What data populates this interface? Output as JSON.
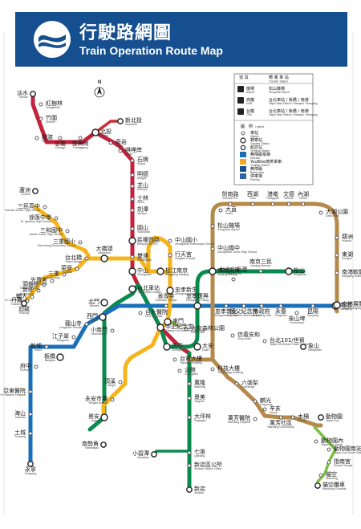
{
  "header": {
    "title_zh": "行駛路網圖",
    "title_en": "Train Operation Route Map"
  },
  "colors": {
    "red": "#c4213b",
    "blue": "#1b6fb9",
    "green": "#0a8a4c",
    "orange": "#f5b41c",
    "brown": "#b5894a",
    "xinbei": "#cc2a36",
    "lightgreen": "#8dc63f",
    "gondola": "#7ac143",
    "gray": "#999999"
  },
  "compass": "N",
  "legend": {
    "transfer_zh": "轉 乘 車 站",
    "transfer_en": "Transfer Station",
    "section_zh": "圖　例",
    "section_en": "Legend",
    "rows": [
      {
        "icon": "airport-icon",
        "zh": "機場",
        "en": "Airport",
        "station_zh": "松山機場",
        "station_en": "Songshan Airport"
      },
      {
        "icon": "hsr-icon",
        "zh": "高鐵",
        "en": "HSR",
        "station_zh": "台北車站 / 板橋 / 南港",
        "station_en": "Taipei Main Station / Banqiao / Nangang"
      },
      {
        "icon": "tra-icon",
        "zh": "台鐵",
        "en": "TRA",
        "station_zh": "台北車站 / 板橋 / 南港",
        "station_en": "Taipei Main Station / Banqiao / Nangang"
      }
    ],
    "items": [
      {
        "zh": "車站",
        "en": "Station"
      },
      {
        "zh": "轉乘站",
        "en": "Transfer Station"
      },
      {
        "zh": "起訖站",
        "en": "Terminal Station"
      },
      {
        "zh": "無障礙電梯",
        "en": "Elevator"
      },
      {
        "zh": "YouBike微笑單車",
        "en": "YouBike Station"
      },
      {
        "zh": "無障礙",
        "en": "Barrier-free"
      },
      {
        "zh": "停車場",
        "en": "Parking"
      }
    ]
  },
  "stations": [
    {
      "zh": "淡水",
      "en": "Tamsui"
    },
    {
      "zh": "紅樹林",
      "en": "Hongshulin"
    },
    {
      "zh": "竹圍",
      "en": "Zhuwei"
    },
    {
      "zh": "關渡",
      "en": "Guandu"
    },
    {
      "zh": "忠義",
      "en": "Zhongyi"
    },
    {
      "zh": "復興崗",
      "en": "Fuxinggang"
    },
    {
      "zh": "北投",
      "en": "Beitou"
    },
    {
      "zh": "新北投",
      "en": "Xinbeitou"
    },
    {
      "zh": "奇岩",
      "en": "Qiyan"
    },
    {
      "zh": "唭哩岸",
      "en": "Qilian"
    },
    {
      "zh": "石牌",
      "en": "Shipai"
    },
    {
      "zh": "明德",
      "en": "Mingde"
    },
    {
      "zh": "芝山",
      "en": "Zhishan"
    },
    {
      "zh": "士林",
      "en": "Shilin"
    },
    {
      "zh": "劍潭",
      "en": "Jiantan"
    },
    {
      "zh": "圓山",
      "en": "Yuanshan"
    },
    {
      "zh": "民權西路",
      "en": "Minquan W. Rd."
    },
    {
      "zh": "雙連",
      "en": "Shuanglian"
    },
    {
      "zh": "中山",
      "en": "Zhongshan"
    },
    {
      "zh": "台北車站",
      "en": "Taipei Main Station"
    },
    {
      "zh": "台大醫院",
      "en": "NTU Hospital"
    },
    {
      "zh": "中正紀念堂",
      "en": "Chiang Kai-Shek Memorial Hall"
    },
    {
      "zh": "古亭",
      "en": "Guting"
    },
    {
      "zh": "台電大樓",
      "en": "Taipower Building"
    },
    {
      "zh": "公館",
      "en": "Gongguan"
    },
    {
      "zh": "萬隆",
      "en": "Wanlong"
    },
    {
      "zh": "景美",
      "en": "Jingmei"
    },
    {
      "zh": "大坪林",
      "en": "Dapinglin"
    },
    {
      "zh": "七張",
      "en": "Qizhang"
    },
    {
      "zh": "新店區公所",
      "en": "Xindian District Office"
    },
    {
      "zh": "新店",
      "en": "Xindian"
    },
    {
      "zh": "小碧潭",
      "en": "Xiaobitan"
    },
    {
      "zh": "頂溪",
      "en": "Dingxi"
    },
    {
      "zh": "永安市場",
      "en": "Yongan Market"
    },
    {
      "zh": "景安",
      "en": "Jingan"
    },
    {
      "zh": "南勢角",
      "en": "Nanshijiao"
    },
    {
      "zh": "中山國小",
      "en": "Zhongshan Elementary School"
    },
    {
      "zh": "行天宮",
      "en": "Xingtian Temple"
    },
    {
      "zh": "松江南京",
      "en": "Songjiang Nanjing"
    },
    {
      "zh": "忠孝新生",
      "en": "Zhongxiao Xinsheng"
    },
    {
      "zh": "東門",
      "en": "Dongmen"
    },
    {
      "zh": "大橋頭",
      "en": "Daqiaotou"
    },
    {
      "zh": "台北橋",
      "en": "Taipei Bridge"
    },
    {
      "zh": "菜寮",
      "en": "Cailiao"
    },
    {
      "zh": "三重",
      "en": "Sanchong"
    },
    {
      "zh": "先嗇宮",
      "en": "Xianse Temple"
    },
    {
      "zh": "頭前庄",
      "en": "Touqianzhuang"
    },
    {
      "zh": "新莊",
      "en": "Xinzhuang"
    },
    {
      "zh": "輔大",
      "en": "Fu Jen University"
    },
    {
      "zh": "丹鳳",
      "en": "Danfeng"
    },
    {
      "zh": "迴龍",
      "en": "Huilong"
    },
    {
      "zh": "三重國小",
      "en": "Sanchong Elementary School"
    },
    {
      "zh": "三和國中",
      "en": "Sanhe Junior High School"
    },
    {
      "zh": "徐匯中學",
      "en": "St. Ignatius High School"
    },
    {
      "zh": "三民高中",
      "en": "Sanmin Senior High School"
    },
    {
      "zh": "蘆洲",
      "en": "Luzhou"
    },
    {
      "zh": "北門",
      "en": "Beimen"
    },
    {
      "zh": "西門",
      "en": "Ximen"
    },
    {
      "zh": "小南門",
      "en": "Xiaonanmen"
    },
    {
      "zh": "善導寺",
      "en": "Shandao Temple"
    },
    {
      "zh": "忠孝復興",
      "en": "Zhongxiao Fuxing"
    },
    {
      "zh": "忠孝敦化",
      "en": "Zhongxiao Dunhua"
    },
    {
      "zh": "國父紀念館",
      "en": "Sun Yat-Sen Memorial Hall"
    },
    {
      "zh": "市政府",
      "en": "Taipei City Hall"
    },
    {
      "zh": "永春",
      "en": "Yongchun"
    },
    {
      "zh": "後山埤",
      "en": "Houshanpi"
    },
    {
      "zh": "昆陽",
      "en": "Kunyang"
    },
    {
      "zh": "南港",
      "en": "Nangang"
    },
    {
      "zh": "南港展覽館",
      "en": "Taipei Nangang Exhibition Center"
    },
    {
      "zh": "龍山寺",
      "en": "Longshan Temple"
    },
    {
      "zh": "江子翠",
      "en": "Jiangzicui"
    },
    {
      "zh": "新埔",
      "en": "Xinpu"
    },
    {
      "zh": "板橋",
      "en": "Banqiao"
    },
    {
      "zh": "府中",
      "en": "Fuzhong"
    },
    {
      "zh": "亞東醫院",
      "en": "Far Eastern Hospital"
    },
    {
      "zh": "海山",
      "en": "Haishan"
    },
    {
      "zh": "土城",
      "en": "Tucheng"
    },
    {
      "zh": "永寧",
      "en": "Yongning"
    },
    {
      "zh": "大安",
      "en": "Daan"
    },
    {
      "zh": "大安森林公園",
      "en": "Daan Park"
    },
    {
      "zh": "信義安和",
      "en": "Xinyi Anhe"
    },
    {
      "zh": "台北101/世貿",
      "en": "Taipei 101/World Trade Center"
    },
    {
      "zh": "象山",
      "en": "Xiangshan"
    },
    {
      "zh": "科技大樓",
      "en": "Technology Building"
    },
    {
      "zh": "六張犁",
      "en": "Liuzhangli"
    },
    {
      "zh": "麟光",
      "en": "Linguang"
    },
    {
      "zh": "辛亥",
      "en": "Xinhai"
    },
    {
      "zh": "萬芳醫院",
      "en": "Wanfang Hospital"
    },
    {
      "zh": "萬芳社區",
      "en": "Wanfang Community"
    },
    {
      "zh": "木柵",
      "en": "Muzha"
    },
    {
      "zh": "動物園",
      "en": "Taipei Zoo"
    },
    {
      "zh": "南京復興",
      "en": "Nanjing Fuxing"
    },
    {
      "zh": "中山國中",
      "en": "Zhongshan Junior High School"
    },
    {
      "zh": "松山機場",
      "en": "Songshan Airport"
    },
    {
      "zh": "大直",
      "en": "Dazhi"
    },
    {
      "zh": "劍南路",
      "en": "Jiannan Rd."
    },
    {
      "zh": "西湖",
      "en": "Xihu"
    },
    {
      "zh": "港墘",
      "en": "Gangqian"
    },
    {
      "zh": "文德",
      "en": "Wende"
    },
    {
      "zh": "內湖",
      "en": "Neihu"
    },
    {
      "zh": "大湖公園",
      "en": "Dahu Park"
    },
    {
      "zh": "葫洲",
      "en": "Huzhou"
    },
    {
      "zh": "東湖",
      "en": "Donghu"
    },
    {
      "zh": "南港軟體園區",
      "en": "Nangang Software Park"
    },
    {
      "zh": "台北小巨蛋",
      "en": "Taipei Arena"
    },
    {
      "zh": "南京三民",
      "en": "Nanjing Sanmin"
    },
    {
      "zh": "松山",
      "en": "Songshan"
    },
    {
      "zh": "動物園內",
      "en": "Taipei Zoo South"
    },
    {
      "zh": "動物園南站",
      "en": "Taipei Zoo South Station"
    },
    {
      "zh": "指南宮",
      "en": "Zhinan Temple"
    },
    {
      "zh": "貓空",
      "en": "Maokong"
    },
    {
      "zh": "貓空纜車",
      "en": "Maokong Gondola"
    }
  ]
}
